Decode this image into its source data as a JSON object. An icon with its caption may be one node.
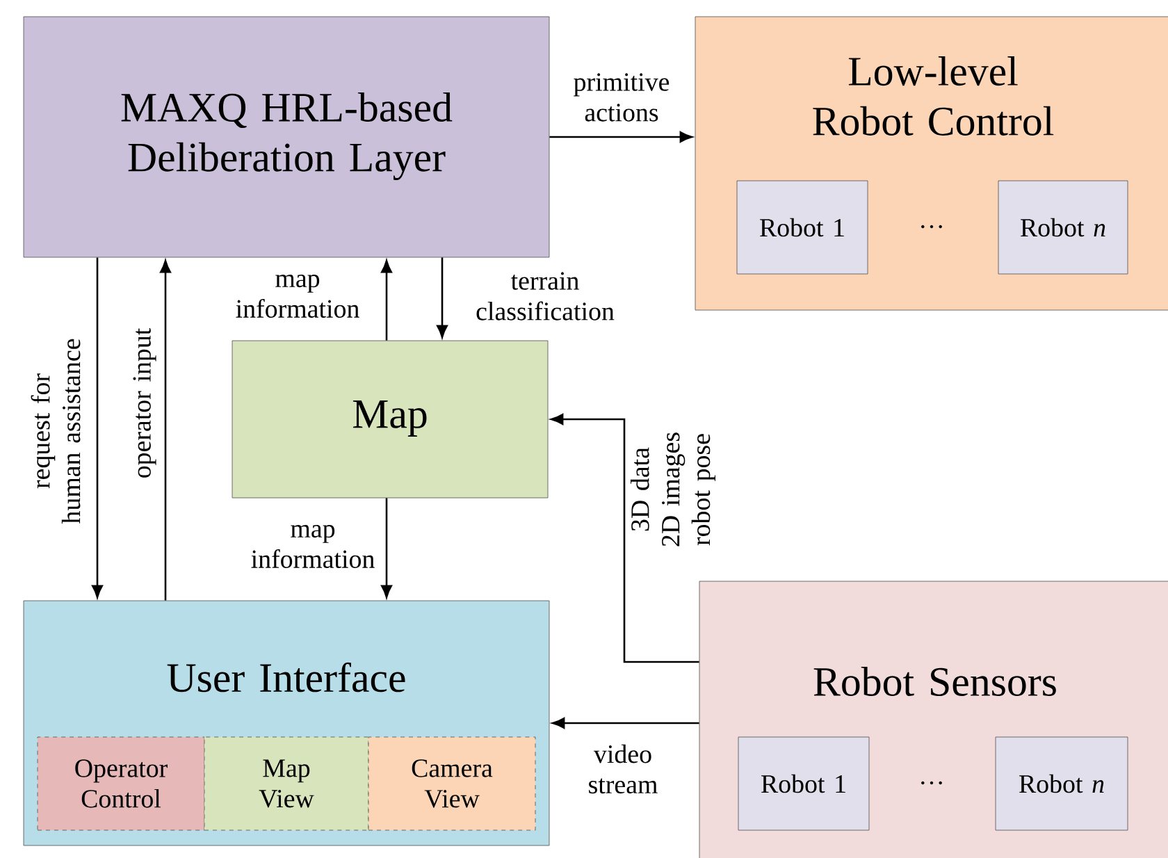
{
  "diagram": {
    "nodes": [
      {
        "text": [
          "MAXQ HRL-based Deliberation Layer"
        ]
      },
      {
        "text": [
          "Low-level Robot Control"
        ]
      },
      {
        "text": [
          "Robot 1"
        ],
        "in": 1
      },
      {
        "text": [
          "Robot *n*"
        ],
        "in": 1
      },
      {
        "text": [
          "Map"
        ]
      },
      {
        "text": [
          "User Interface"
        ]
      },
      {
        "text": [
          "Operator Control"
        ],
        "in": 5
      },
      {
        "text": [
          "Map View"
        ],
        "in": 5
      },
      {
        "text": [
          "Camera View"
        ],
        "in": 5
      },
      {
        "text": [
          "Robot Sensors"
        ]
      },
      {
        "text": [
          "Robot 1"
        ],
        "in": 9
      },
      {
        "text": [
          "Robot *n*"
        ],
        "in": 9
      }
    ],
    "edges": [
      {
        "from": 0,
        "to": 1,
        "arrow": "to",
        "label": "primitive actions"
      },
      {
        "from": 0,
        "to": 5,
        "arrow": "to",
        "label": "request for human assistance"
      },
      {
        "from": 5,
        "to": 0,
        "arrow": "to",
        "label": "operator input"
      },
      {
        "from": 4,
        "to": 0,
        "arrow": "to",
        "label": "map information"
      },
      {
        "from": 0,
        "to": 4,
        "arrow": "to",
        "label": "terrain classification"
      },
      {
        "from": 4,
        "to": 5,
        "arrow": "to",
        "label": "map information"
      },
      {
        "from": 9,
        "to": 4,
        "arrow": "to",
        "label": "3D data 2D images robot pose"
      },
      {
        "from": 9,
        "to": 5,
        "arrow": "to",
        "label": "video stream"
      }
    ],
    "labels": [
      "…",
      "…"
    ]
  }
}
